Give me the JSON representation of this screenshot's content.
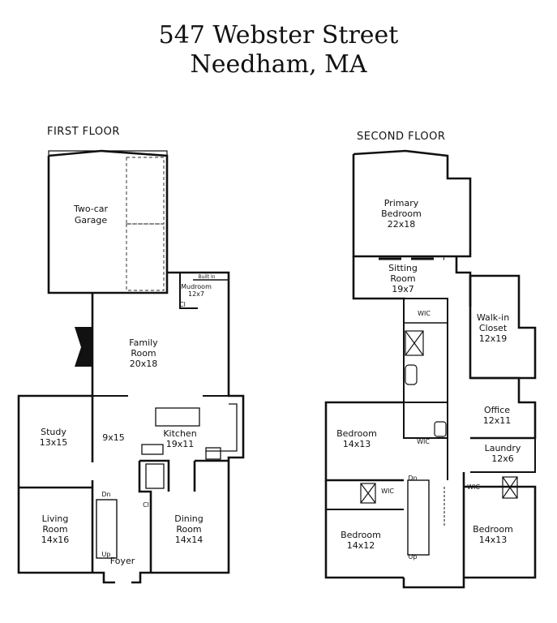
{
  "title": {
    "line1": "547 Webster Street",
    "line2": "Needham, MA"
  },
  "floors": {
    "first": {
      "label": "FIRST FLOOR",
      "rooms": {
        "garage": [
          "Two-car",
          "Garage"
        ],
        "mudroom": [
          "Mudroom",
          "12x7"
        ],
        "builtin": "Built In",
        "closet_mud": "Cl",
        "family": [
          "Family",
          "Room",
          "20x18"
        ],
        "study": [
          "Study",
          "13x15"
        ],
        "hall": "9x15",
        "kitchen": [
          "Kitchen",
          "19x11"
        ],
        "closet_kitchen": "Cl",
        "living": [
          "Living",
          "Room",
          "14x16"
        ],
        "dining": [
          "Dining",
          "Room",
          "14x14"
        ],
        "foyer": "Foyer",
        "stair_dn": "Dn",
        "stair_up": "Up"
      }
    },
    "second": {
      "label": "SECOND FLOOR",
      "rooms": {
        "primary": [
          "Primary",
          "Bedroom",
          "22x18"
        ],
        "sitting": [
          "Sitting",
          "Room",
          "19x7"
        ],
        "wic_primary": "WIC",
        "walkin": [
          "Walk-in",
          "Closet",
          "12x19"
        ],
        "office": [
          "Office",
          "12x11"
        ],
        "bedroom_left": [
          "Bedroom",
          "14x13"
        ],
        "wic_left": "WIC",
        "laundry": [
          "Laundry",
          "12x6"
        ],
        "wic_left_lower": "WIC",
        "wic_right": "WIC",
        "bedroom_lower": [
          "Bedroom",
          "14x12"
        ],
        "bedroom_right": [
          "Bedroom",
          "14x13"
        ],
        "stair_dn": "Dn",
        "stair_up": "Up"
      }
    }
  }
}
